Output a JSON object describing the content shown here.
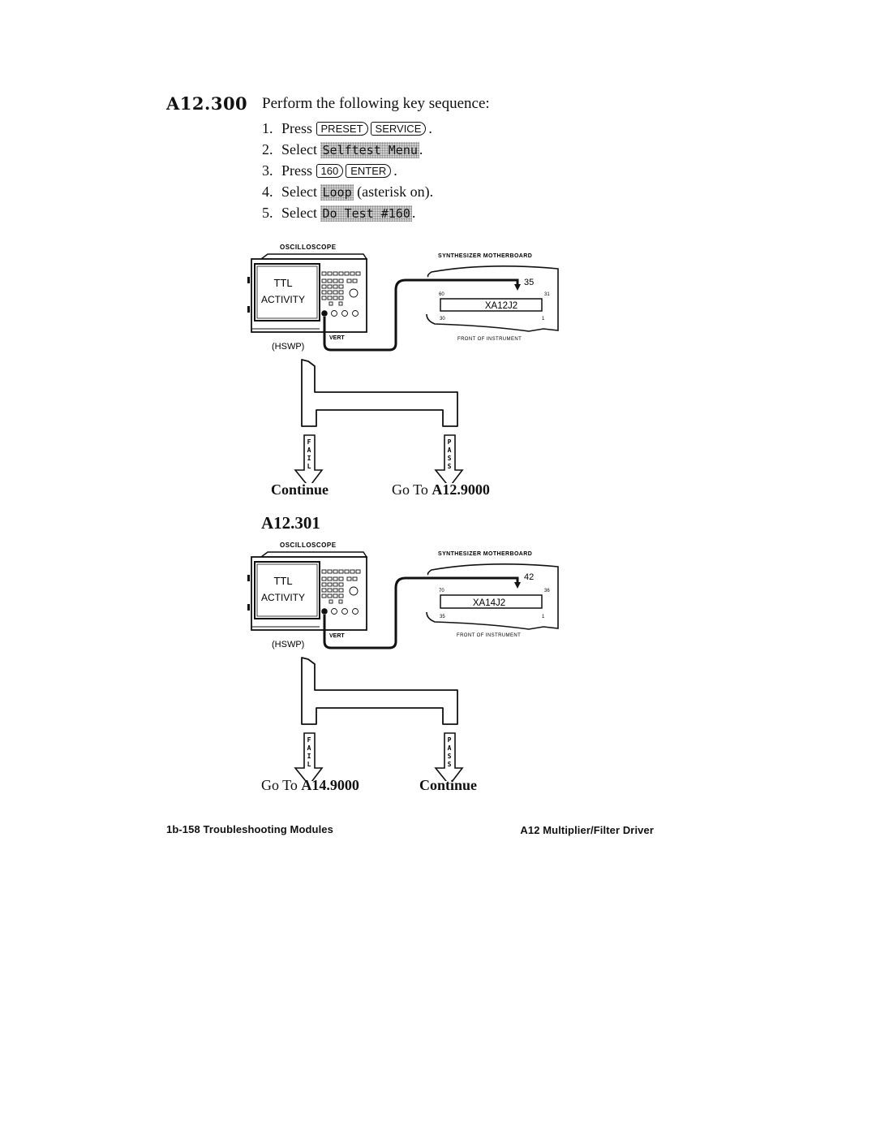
{
  "procedure_1": {
    "id": "A12.300",
    "intro": "Perform the following key sequence:",
    "steps": [
      {
        "num": "1.",
        "verb": "Press",
        "hardkeys": [
          "PRESET",
          "SERVICE"
        ],
        "tail": "."
      },
      {
        "num": "2.",
        "verb": "Select",
        "softkey": "Selftest Menu",
        "tail": "."
      },
      {
        "num": "3.",
        "verb": "Press",
        "hardkeys": [
          "160",
          "ENTER"
        ],
        "tail": "."
      },
      {
        "num": "4.",
        "verb": "Select",
        "softkey": "Loop",
        "tail": "(asterisk on)."
      },
      {
        "num": "5.",
        "verb": "Select",
        "softkey": "Do Test #160",
        "tail": "."
      }
    ]
  },
  "diagram_1": {
    "scope_label": "OSCILLOSCOPE",
    "screen_line1": "TTL",
    "screen_line2": "ACTIVITY",
    "vert_label": "VERT",
    "hswp_label": "(HSWP)",
    "board_label": "SYNTHESIZER MOTHERBOARD",
    "connector": "XA12J2",
    "pin_probe": "35",
    "pin_top_left": "60",
    "pin_top_right": "31",
    "pin_bottom_left": "30",
    "pin_bottom_right": "1",
    "front_label": "FRONT OF INSTRUMENT",
    "fail_letters": [
      "F",
      "A",
      "I",
      "L"
    ],
    "pass_letters": [
      "P",
      "A",
      "S",
      "S"
    ]
  },
  "result_1": {
    "fail_text": "Continue",
    "pass_prefix": "Go To",
    "pass_target": "A12.9000"
  },
  "procedure_2": {
    "id": "A12.301"
  },
  "diagram_2": {
    "scope_label": "OSCILLOSCOPE",
    "screen_line1": "TTL",
    "screen_line2": "ACTIVITY",
    "vert_label": "VERT",
    "hswp_label": "(HSWP)",
    "board_label": "SYNTHESIZER MOTHERBOARD",
    "connector": "XA14J2",
    "pin_probe": "42",
    "pin_top_left": "70",
    "pin_top_right": "36",
    "pin_bottom_left": "35",
    "pin_bottom_right": "1",
    "front_label": "FRONT OF INSTRUMENT",
    "fail_letters": [
      "F",
      "A",
      "I",
      "L"
    ],
    "pass_letters": [
      "P",
      "A",
      "S",
      "S"
    ]
  },
  "result_2": {
    "fail_prefix": "Go To",
    "fail_target": "A14.9000",
    "pass_text": "Continue"
  },
  "footer": {
    "left": "1b-158 Troubleshooting Modules",
    "right": "A12 Multiplier/Filter Driver"
  }
}
